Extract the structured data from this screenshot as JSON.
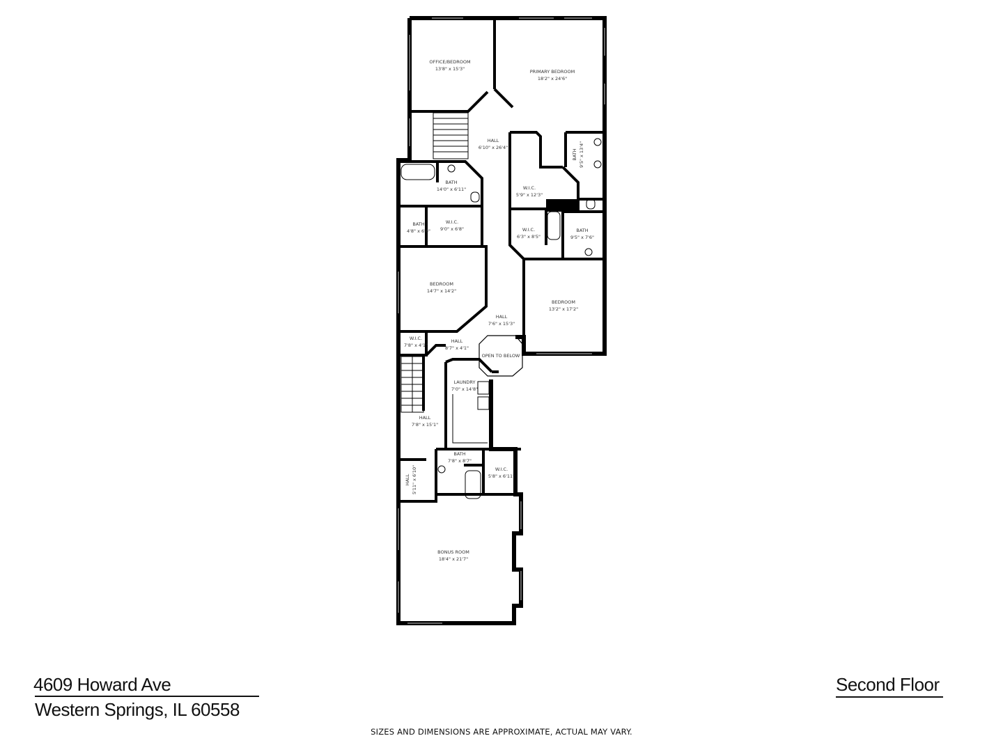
{
  "floor_plan": {
    "title": "Second Floor",
    "address": {
      "street": "4609 Howard Ave",
      "city_line": "Western Springs, IL 60558"
    },
    "disclaimer": "SIZES AND DIMENSIONS ARE APPROXIMATE, ACTUAL MAY VARY.",
    "rooms": [
      {
        "name": "OFFICE/BEDROOM",
        "size": "13'8\" x 15'3\""
      },
      {
        "name": "PRIMARY BEDROOM",
        "size": "18'2\" x 24'6\""
      },
      {
        "name": "HALL",
        "size": "6'10\" x 26'4\""
      },
      {
        "name": "BATH",
        "size": "9'5\" x 13'4\""
      },
      {
        "name": "BATH",
        "size": "14'0\" x 6'11\""
      },
      {
        "name": "W.I.C.",
        "size": "5'9\" x 12'3\""
      },
      {
        "name": "BATH",
        "size": "4'8\" x 6'8\""
      },
      {
        "name": "W.I.C.",
        "size": "9'0\" x 6'8\""
      },
      {
        "name": "W.I.C.",
        "size": "6'3\" x 8'5\""
      },
      {
        "name": "BATH",
        "size": "9'5\" x 7'6\""
      },
      {
        "name": "BEDROOM",
        "size": "14'7\" x 14'2\""
      },
      {
        "name": "BEDROOM",
        "size": "13'2\" x 17'2\""
      },
      {
        "name": "HALL",
        "size": "7'6\" x 15'3\""
      },
      {
        "name": "W.I.C.",
        "size": "7'8\" x 4'1\""
      },
      {
        "name": "HALL",
        "size": "8'7\" x 4'1\""
      },
      {
        "name": "OPEN TO BELOW",
        "size": ""
      },
      {
        "name": "LAUNDRY",
        "size": "7'0\" x 14'8\""
      },
      {
        "name": "HALL",
        "size": "7'8\" x 15'1\""
      },
      {
        "name": "BATH",
        "size": "7'8\" x 8'7\""
      },
      {
        "name": "W.I.C.",
        "size": "5'8\" x 6'11\""
      },
      {
        "name": "HALL",
        "size": "5'11\" x 6'10\""
      },
      {
        "name": "BONUS ROOM",
        "size": "18'4\" x 21'7\""
      }
    ]
  }
}
